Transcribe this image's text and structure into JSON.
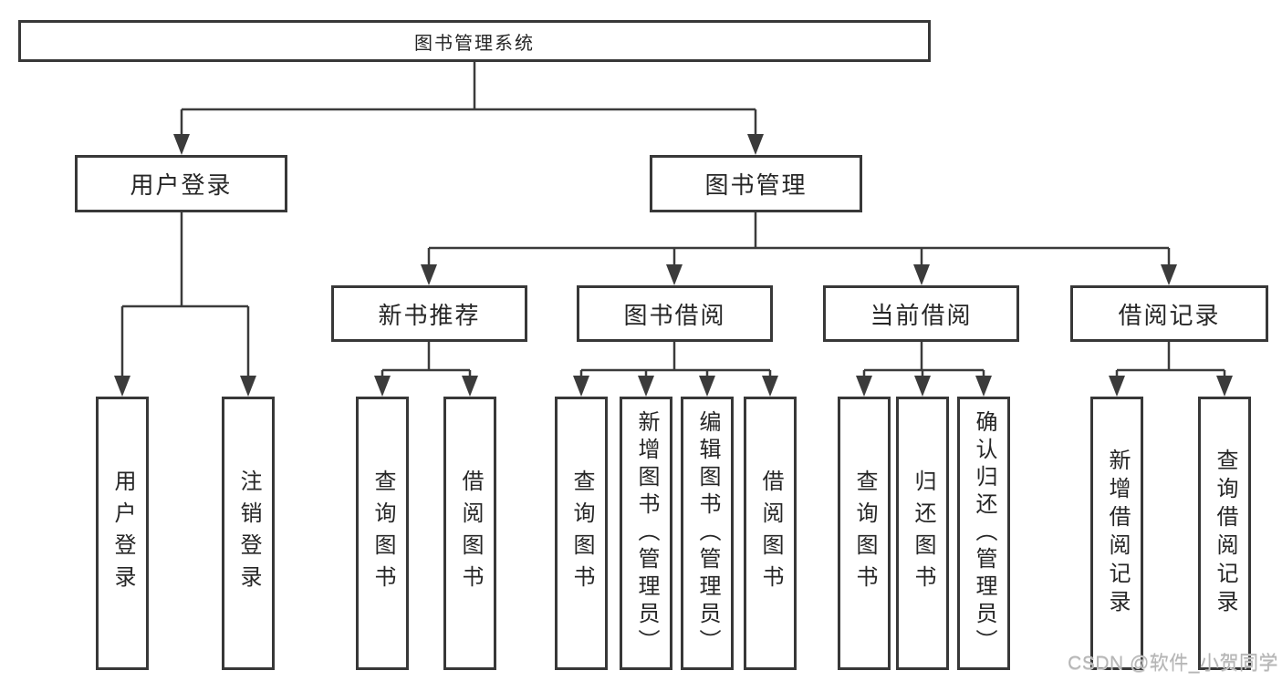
{
  "diagram": {
    "root": {
      "label": "图书管理系统"
    },
    "branches": [
      {
        "label": "用户登录",
        "children": [
          {
            "label": "用户登录"
          },
          {
            "label": "注销登录"
          }
        ]
      },
      {
        "label": "图书管理",
        "children": [
          {
            "label": "新书推荐",
            "children": [
              {
                "label": "查询图书"
              },
              {
                "label": "借阅图书"
              }
            ]
          },
          {
            "label": "图书借阅",
            "children": [
              {
                "label": "查询图书"
              },
              {
                "label": "新增图书（管理员）"
              },
              {
                "label": "编辑图书（管理员）"
              },
              {
                "label": "借阅图书"
              }
            ]
          },
          {
            "label": "当前借阅",
            "children": [
              {
                "label": "查询图书"
              },
              {
                "label": "归还图书"
              },
              {
                "label": "确认归还（管理员）"
              }
            ]
          },
          {
            "label": "借阅记录",
            "children": [
              {
                "label": "新增借阅记录"
              },
              {
                "label": "查询借阅记录"
              }
            ]
          }
        ]
      }
    ]
  },
  "watermark": {
    "text": "CSDN @软件_小贺同学"
  },
  "colors": {
    "line": "#3b3b3b",
    "border": "#383838",
    "text": "#262626",
    "background": "#ffffff",
    "watermark": "#b5b5b5"
  }
}
